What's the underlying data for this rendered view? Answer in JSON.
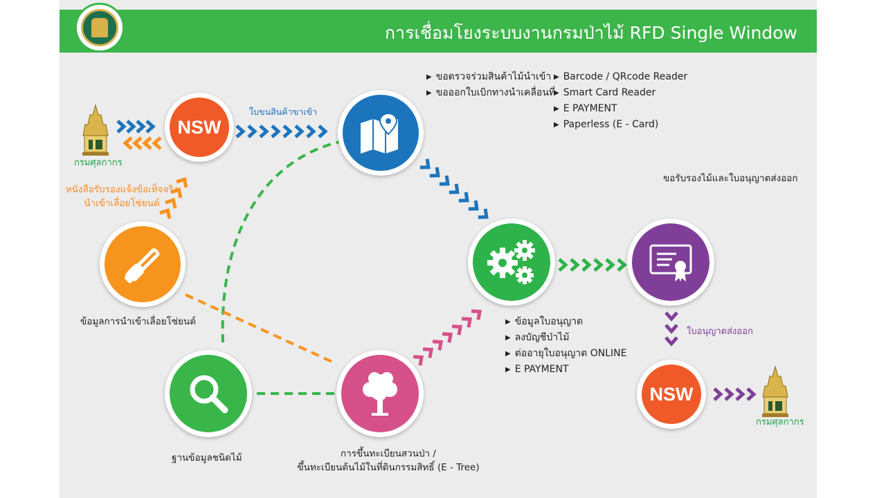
{
  "header": {
    "title": "การเชื่อมโยงระบบงานกรมป่าไม้ RFD Single Window"
  },
  "nodes": {
    "nsw_top": {
      "label": "NSW"
    },
    "nsw_bottom": {
      "label": "NSW"
    }
  },
  "labels": {
    "customs_top": "กรมศุลกากร",
    "customs_bottom": "กรมศุลกากร",
    "cargo_manifest": "ใบขนสินค้าขาเข้า",
    "import_cert_line1": "หนังสือรับรองแจ้งข้อเท็จจริง",
    "import_cert_line2": "นำเข้าเลื่อยโซ่ยนต์",
    "chainsaw_data": "ข้อมูลการนำเข้าเลื่อยโซ่ยนต์",
    "wood_db": "ฐานข้อมูลชนิดไม้",
    "tree_reg_line1": "การขึ้นทะเบียนสวนป่า /",
    "tree_reg_line2": "ขึ้นทะเบียนต้นไม้ในที่ดินกรรมสิทธิ์ (E - Tree)",
    "export_cert_request": "ขอรับรองไม้และใบอนุญาตส่งออก",
    "export_permit": "ใบอนุญาตส่งออก"
  },
  "lists": {
    "map_requests": [
      "ขอตรวจร่วมสินค้าไม้นำเข้า",
      "ขอออกใบเบิกทางนำเคลื่อนที่"
    ],
    "features": [
      "Barcode / QRcode Reader",
      "Smart Card Reader",
      "E PAYMENT",
      "Paperless (E - Card)"
    ],
    "permit_services": [
      "ข้อมูลใบอนุญาต",
      "ลงบัญชีป่าไม้",
      "ต่ออายุใบอนุญาต ONLINE",
      "E PAYMENT"
    ]
  },
  "colors": {
    "header_green": "#3cb54a",
    "nsw_orange": "#f05a28",
    "map_blue": "#1c75bc",
    "gear_green": "#2db34a",
    "cert_purple": "#7f3f98",
    "chainsaw_orange": "#f7941d",
    "search_green": "#39b54a",
    "tree_pink": "#d6508a"
  },
  "icons": {
    "seal": "royal-seal-icon",
    "customs": "customs-emblem-icon",
    "map": "map-pin-icon",
    "gears": "gears-icon",
    "certificate": "certificate-icon",
    "chainsaw": "chainsaw-icon",
    "search": "search-icon",
    "tree": "tree-icon"
  }
}
